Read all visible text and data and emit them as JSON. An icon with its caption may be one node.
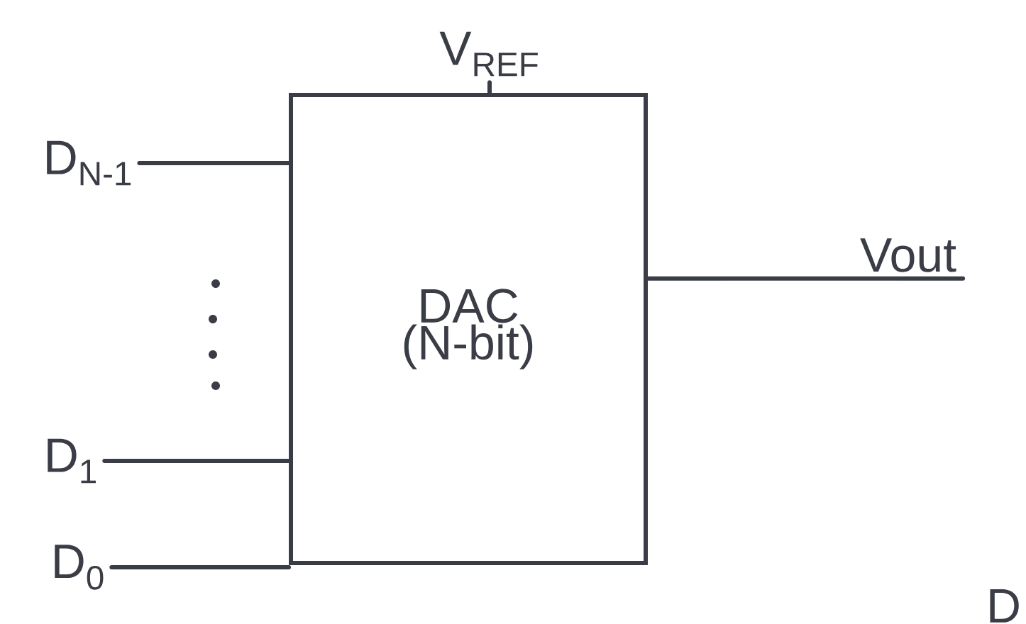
{
  "diagram": {
    "nodes": [
      {
        "text": [
          "DAC (N-bit)"
        ]
      },
      {
        "text": [
          "D$_{N-1}$"
        ]
      },
      {
        "text": [
          "D$_{1}$"
        ]
      },
      {
        "text": [
          "D$_{0}$"
        ]
      },
      {
        "text": [
          "V$_{REF}$"
        ]
      },
      {
        "text": [
          "Vout"
        ]
      }
    ],
    "edges": [
      {
        "from": 1,
        "to": 0,
        "arrow": "none"
      },
      {
        "from": 2,
        "to": 0,
        "arrow": "none"
      },
      {
        "from": 3,
        "to": 0,
        "arrow": "none"
      },
      {
        "from": 4,
        "to": 0,
        "arrow": "none"
      },
      {
        "from": 0,
        "to": 5,
        "arrow": "none"
      }
    ],
    "labels": [
      "D"
    ]
  }
}
